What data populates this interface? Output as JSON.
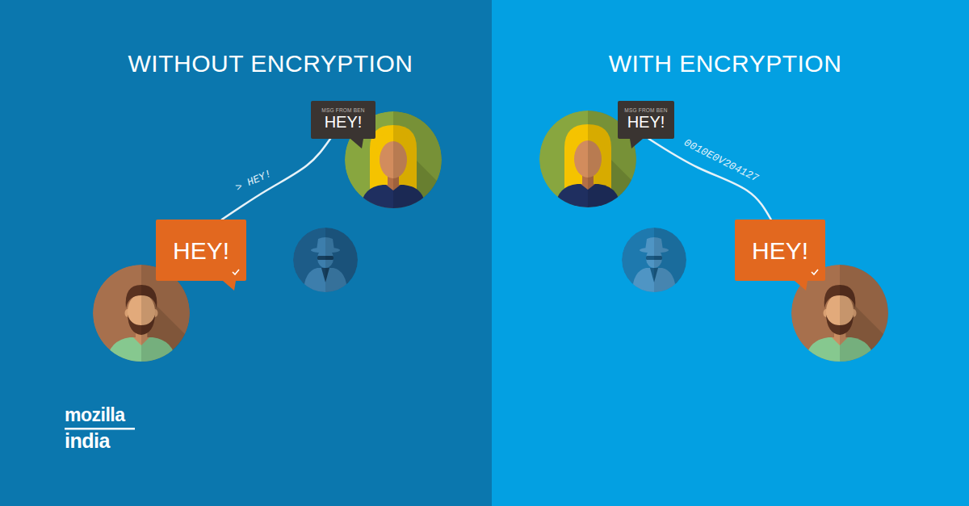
{
  "diagram": {
    "nodes": [
      {
        "text": [
          "MSG FROM BEN",
          "HEY!"
        ]
      },
      {
        "text": [
          "HEY!"
        ]
      },
      {
        "text": [
          "MSG FROM BEN",
          "HEY!"
        ]
      },
      {
        "text": [
          "HEY!"
        ]
      }
    ],
    "edges": [
      {
        "from": 1,
        "to": 0,
        "arrow": "none",
        "label": "> HEY!"
      },
      {
        "from": 3,
        "to": 2,
        "arrow": "none",
        "label": "0010E0V204127"
      }
    ],
    "labels": [
      "WITHOUT ENCRYPTION",
      "WITH ENCRYPTION",
      "mozilla",
      "india"
    ]
  }
}
